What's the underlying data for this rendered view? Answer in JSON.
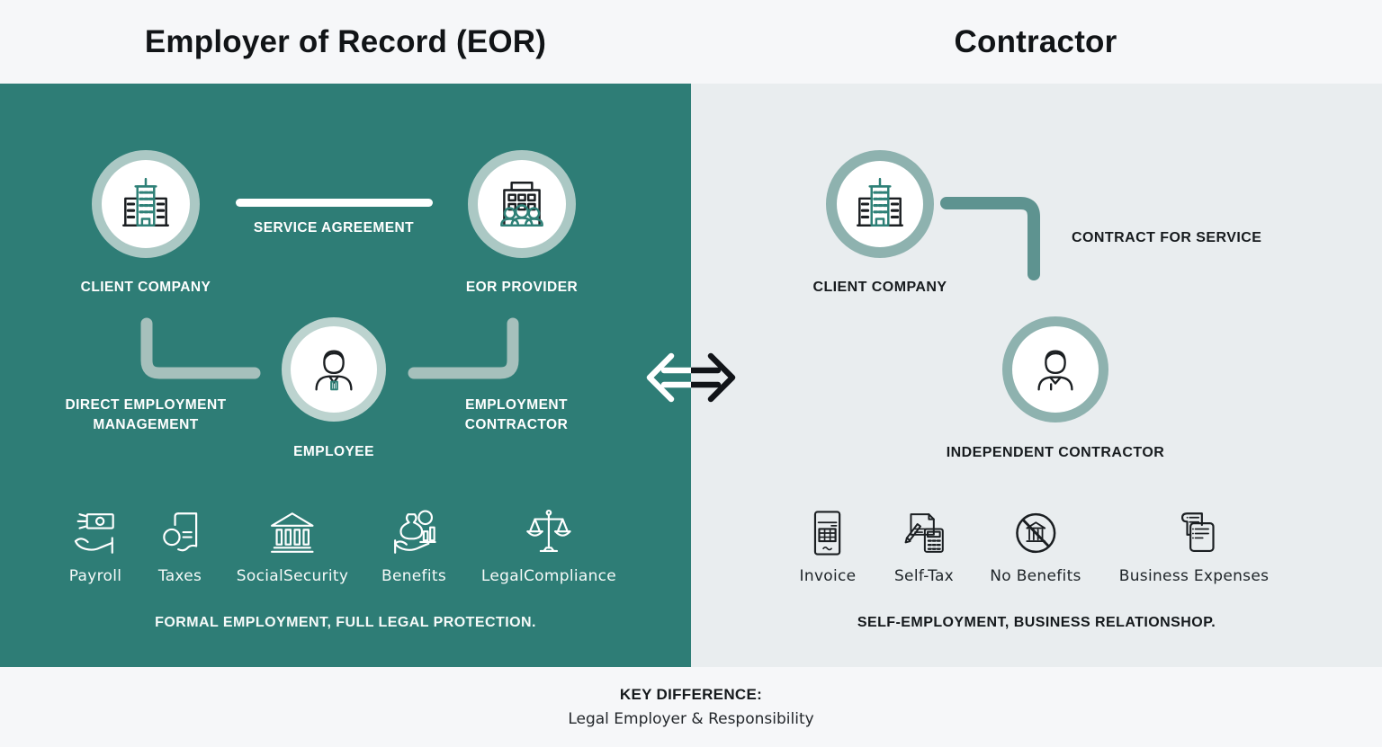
{
  "header": {
    "left_title": "Employer of Record (EOR)",
    "right_title": "Contractor"
  },
  "eor_panel": {
    "client_company_label": "CLIENT COMPANY",
    "eor_provider_label": "EOR PROVIDER",
    "service_agreement_label": "SERVICE AGREEMENT",
    "direct_employment_line1": "DIRECT EMPLOYMENT",
    "direct_employment_line2": "MANAGEMENT",
    "employment_contractor_line1": "EMPLOYMENT",
    "employment_contractor_line2": "CONTRACTOR",
    "employee_label": "EMPLOYEE",
    "items": [
      {
        "icon": "payroll-icon",
        "label": "Payroll"
      },
      {
        "icon": "taxes-icon",
        "label": "Taxes"
      },
      {
        "icon": "social-security-icon",
        "label": "SocialSecurity"
      },
      {
        "icon": "benefits-icon",
        "label": "Benefits"
      },
      {
        "icon": "legal-compliance-icon",
        "label": "LegalCompliance"
      }
    ],
    "summary": "FORMAL EMPLOYMENT, FULL LEGAL PROTECTION."
  },
  "contractor_panel": {
    "client_company_label": "CLIENT COMPANY",
    "contract_for_service_label": "CONTRACT FOR SERVICE",
    "independent_contractor_label": "INDEPENDENT CONTRACTOR",
    "items": [
      {
        "icon": "invoice-icon",
        "label": "Invoice"
      },
      {
        "icon": "self-tax-icon",
        "label": "Self-Tax"
      },
      {
        "icon": "no-benefits-icon",
        "label": "No Benefits"
      },
      {
        "icon": "business-expenses-icon",
        "label": "Business Expenses"
      }
    ],
    "summary": "SELF-EMPLOYMENT, BUSINESS RELATIONSHOP."
  },
  "footer": {
    "key_difference_label": "KEY DIFFERENCE:",
    "key_difference_value": "Legal Employer & Responsibility"
  },
  "colors": {
    "eor_panel_bg": "#2E7D76",
    "contractor_panel_bg": "#E9EDEF",
    "page_bg": "#F6F7F9",
    "ring_light": "#ABC8C4",
    "ring_sage": "#8EB2AF",
    "connector_light": "#A6C0BC",
    "connector_teal": "#5E9390",
    "accent_teal": "#2E8077",
    "text_dark": "#15191C",
    "text_light": "#FFFFFF"
  }
}
